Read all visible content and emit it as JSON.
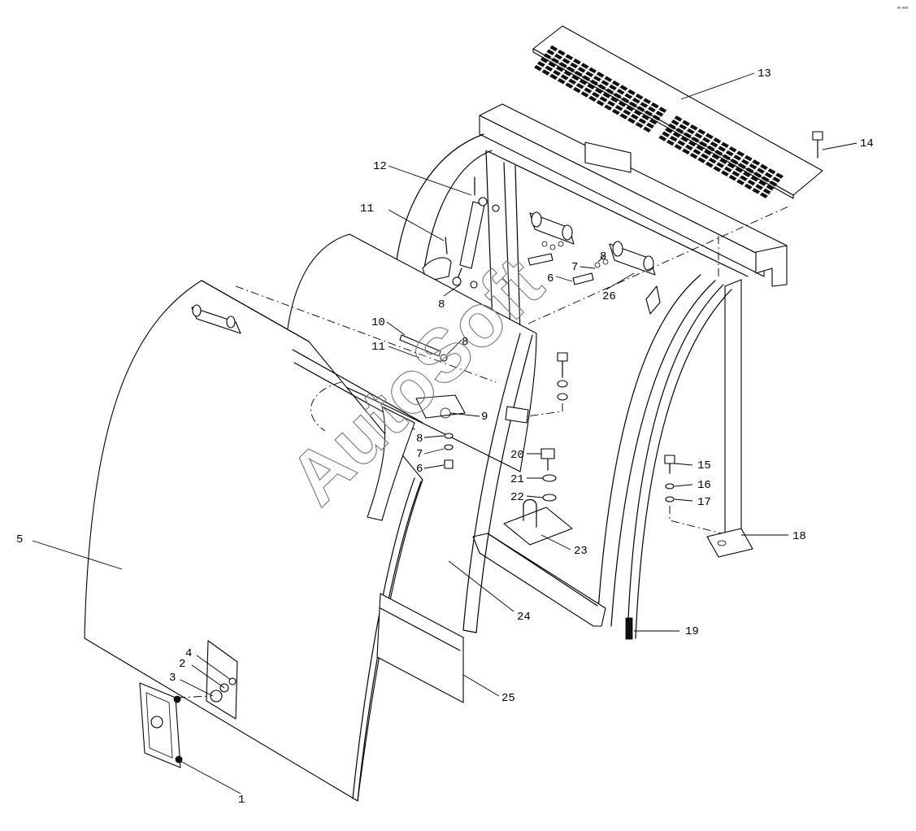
{
  "diagram": {
    "watermark": "AutoSoft",
    "corner_mark": "ᵃᵒ ᵃᵃᵃ",
    "callouts": [
      {
        "id": "c1",
        "label": "1"
      },
      {
        "id": "c2",
        "label": "2"
      },
      {
        "id": "c3",
        "label": "3"
      },
      {
        "id": "c4",
        "label": "4"
      },
      {
        "id": "c5",
        "label": "5"
      },
      {
        "id": "c6a",
        "label": "6"
      },
      {
        "id": "c6b",
        "label": "6"
      },
      {
        "id": "c7a",
        "label": "7"
      },
      {
        "id": "c7b",
        "label": "7"
      },
      {
        "id": "c8a",
        "label": "8"
      },
      {
        "id": "c8b",
        "label": "8"
      },
      {
        "id": "c8c",
        "label": "8"
      },
      {
        "id": "c8d",
        "label": "8"
      },
      {
        "id": "c9",
        "label": "9"
      },
      {
        "id": "c10",
        "label": "10"
      },
      {
        "id": "c11a",
        "label": "11"
      },
      {
        "id": "c11b",
        "label": "11"
      },
      {
        "id": "c12",
        "label": "12"
      },
      {
        "id": "c13",
        "label": "13"
      },
      {
        "id": "c14",
        "label": "14"
      },
      {
        "id": "c15",
        "label": "15"
      },
      {
        "id": "c16",
        "label": "16"
      },
      {
        "id": "c17",
        "label": "17"
      },
      {
        "id": "c18",
        "label": "18"
      },
      {
        "id": "c19",
        "label": "19"
      },
      {
        "id": "c20",
        "label": "20"
      },
      {
        "id": "c21",
        "label": "21"
      },
      {
        "id": "c22",
        "label": "22"
      },
      {
        "id": "c23",
        "label": "23"
      },
      {
        "id": "c24",
        "label": "24"
      },
      {
        "id": "c25",
        "label": "25"
      },
      {
        "id": "c26",
        "label": "26"
      }
    ]
  }
}
